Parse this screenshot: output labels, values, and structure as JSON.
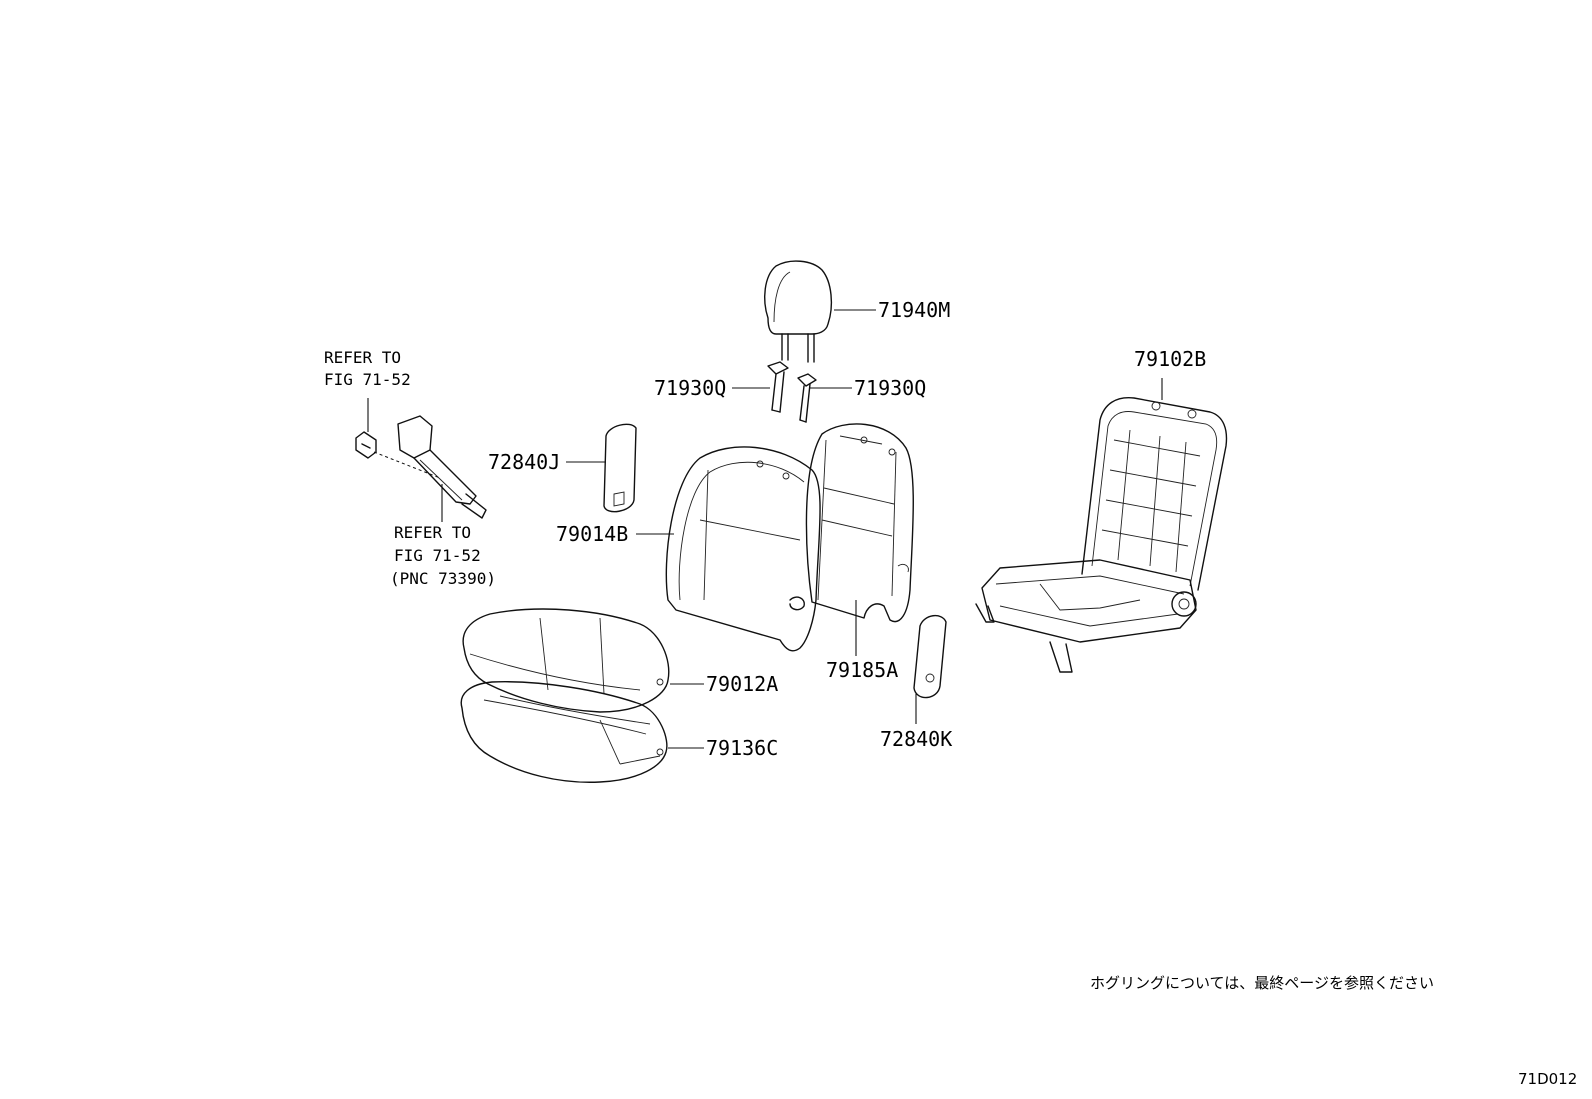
{
  "parts": {
    "p71940M": "71940M",
    "p71930Q_left": "71930Q",
    "p71930Q_right": "71930Q",
    "p79102B": "79102B",
    "p72840J": "72840J",
    "p79014B": "79014B",
    "p79185A": "79185A",
    "p72840K": "72840K",
    "p79012A": "79012A",
    "p79136C": "79136C"
  },
  "references": {
    "ref1_line1": "REFER TO",
    "ref1_line2": "FIG 71-52",
    "ref2_line1": "REFER TO",
    "ref2_line2": "FIG 71-52",
    "ref2_line3": "(PNC 73390)"
  },
  "footer": {
    "note": "ホグリングについては、最終ページを参照ください",
    "figure_code": "71D012"
  }
}
